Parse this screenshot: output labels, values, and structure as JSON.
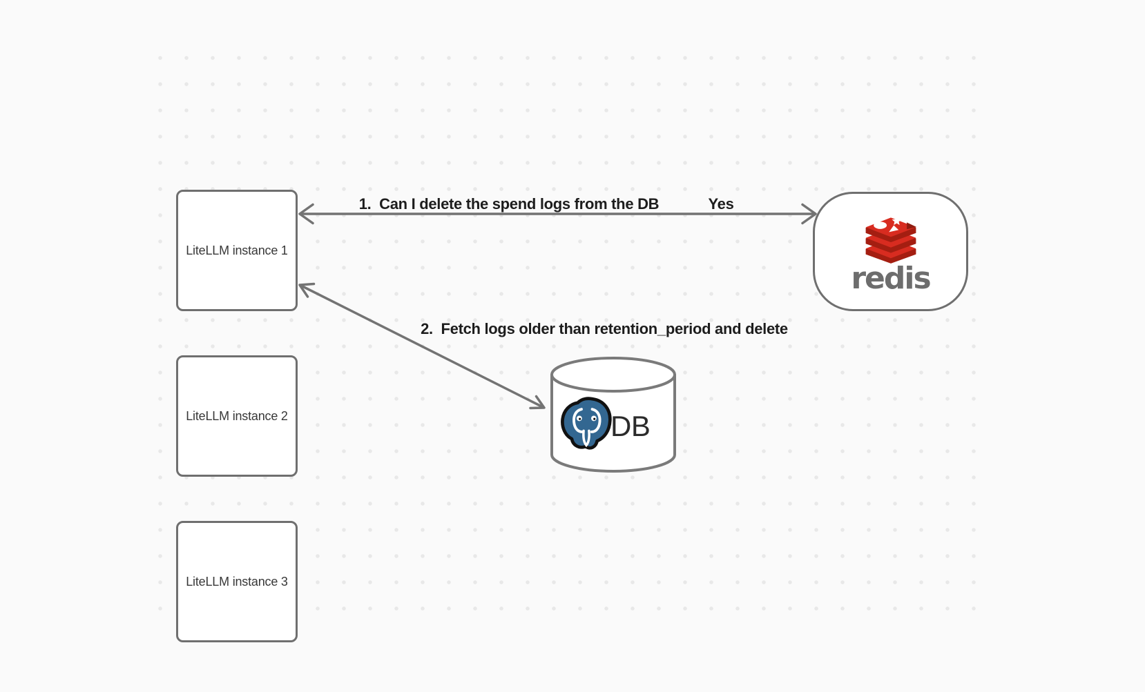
{
  "canvas": {
    "background_color": "#fafafa",
    "dot_color": "#e8e8e8",
    "stroke_color": "#6f6f6f"
  },
  "nodes": {
    "instances": [
      {
        "label": "LiteLLM instance 1"
      },
      {
        "label": "LiteLLM instance 2"
      },
      {
        "label": "LiteLLM instance 3"
      }
    ],
    "redis": {
      "wordmark": "redis",
      "icon": "redis-stack-logo",
      "logo_red": "#d82c20",
      "logo_dark_red": "#a41e11",
      "wordmark_color": "#6d6d6d"
    },
    "db": {
      "label": "DB",
      "icon": "postgresql-elephant-logo",
      "elephant_blue": "#336791"
    }
  },
  "arrows": {
    "arrow1": {
      "label": "1.  Can I delete the spend logs from the DB",
      "response": "Yes",
      "from": "LiteLLM instance 1",
      "to": "redis",
      "style": "double-headed"
    },
    "arrow2": {
      "label": "2.  Fetch logs older than retention_period and delete",
      "from": "LiteLLM instance 1",
      "to": "DB",
      "style": "double-headed"
    }
  }
}
